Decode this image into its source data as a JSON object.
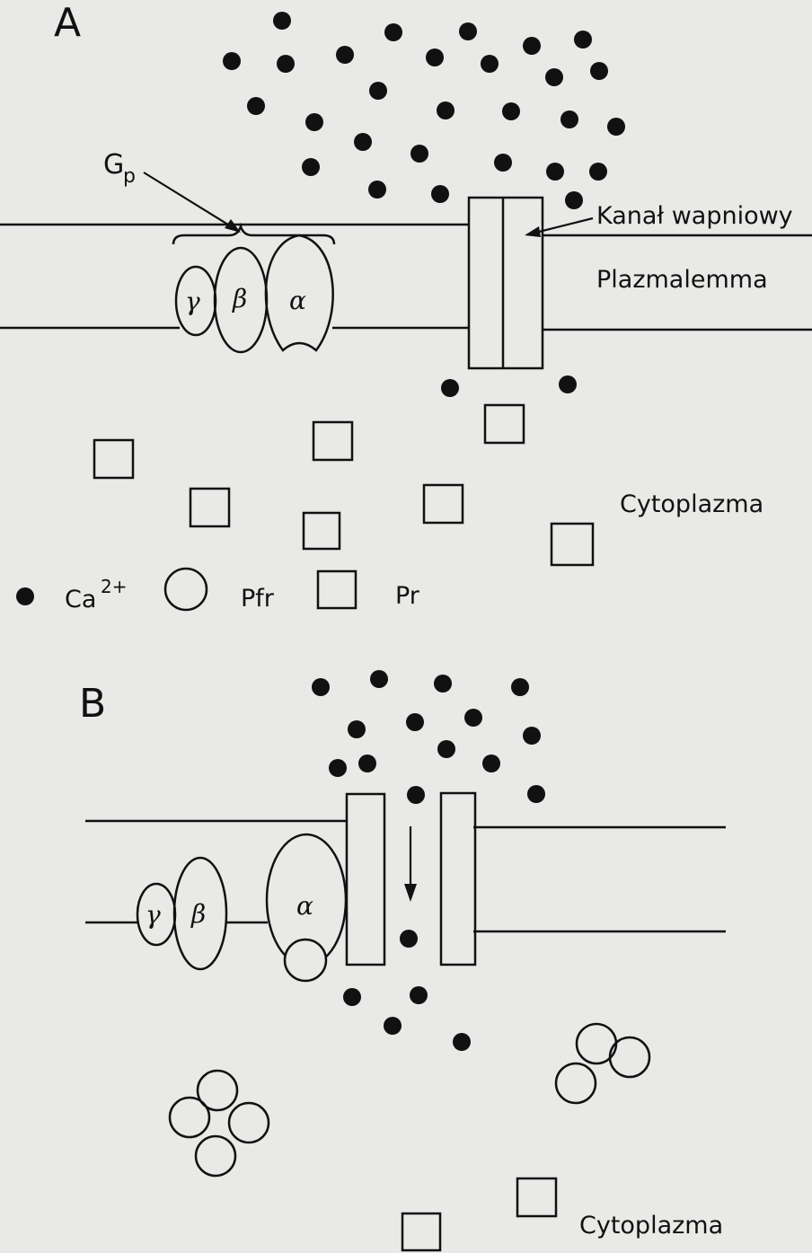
{
  "panel_a": {
    "label": "A",
    "gp_main": "G",
    "gp_sub": "p",
    "channel_label": "Kanał wapniowy",
    "membrane_label": "Plazmalemma",
    "cytoplasm_label": "Cytoplazma",
    "subunits": {
      "gamma": "γ",
      "beta": "β",
      "alpha": "α"
    }
  },
  "legend": {
    "ca_main": "Ca",
    "ca_sup": "2+",
    "pfr": "Pfr",
    "pr": "Pr"
  },
  "panel_b": {
    "label": "B",
    "cytoplasm_label": "Cytoplazma",
    "subunits": {
      "gamma": "γ",
      "beta": "β",
      "alpha": "α"
    }
  },
  "colors": {
    "ink": "#111111",
    "paper": "#e9e9e7"
  }
}
